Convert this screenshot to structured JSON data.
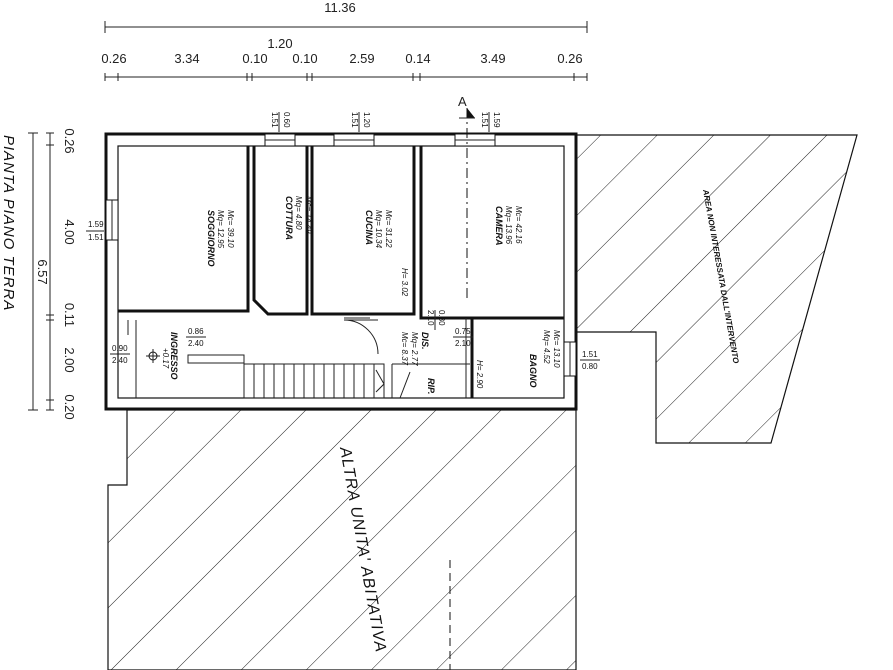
{
  "title": "PIANTA PIANO TERRA",
  "dimensions": {
    "overall_width": "11.36",
    "top_segments": [
      "0.26",
      "3.34",
      "0.10",
      "0.10",
      "2.59",
      "0.14",
      "3.49",
      "0.26"
    ],
    "top_upper": "1.20",
    "overall_height": "6.57",
    "left_segments": [
      "0.26",
      "4.00",
      "0.11",
      "2.00",
      "0.20"
    ]
  },
  "section_marker": "A",
  "rooms": [
    {
      "name": "SOGGIORNO",
      "mq": "Mq= 12.95",
      "mc": "Mc= 39.10"
    },
    {
      "name": "COTTURA",
      "mq": "Mq= 4.80",
      "mc": "Mc= 14.49"
    },
    {
      "name": "CUCINA",
      "mq": "Mq= 10.34",
      "mc": "Mc= 31.22"
    },
    {
      "name": "CAMERA",
      "mq": "Mq= 13.96",
      "mc": "Mc= 42.16"
    },
    {
      "name": "DIS.",
      "mq": "Mq= 2.77",
      "mc": "Mc= 8.37"
    },
    {
      "name": "BAGNO",
      "mq": "Mq= 4.52",
      "mc": "Mc= 13.10"
    },
    {
      "name": "RIP.",
      "mq": "",
      "mc": ""
    }
  ],
  "heights": {
    "main": "H= 3.02",
    "bath": "H= 2.90"
  },
  "entrance": {
    "label": "INGRESSO",
    "level": "+0.17"
  },
  "openings": {
    "w_soggiorno": {
      "top": "1.59",
      "bottom": "1.51"
    },
    "w_cottura": {
      "top": "0.60",
      "bottom": "1.51"
    },
    "w_cucina": {
      "top": "1.20",
      "bottom": "1.51"
    },
    "w_camera": {
      "top": "1.59",
      "bottom": "1.51"
    },
    "d_ingresso": {
      "top": "0.90",
      "bottom": "2.40"
    },
    "d_corridor": {
      "top": "0.86",
      "bottom": "2.40"
    },
    "d_dis": {
      "top": "0.80",
      "bottom": "2.10"
    },
    "d_bagno": {
      "top": "0.75",
      "bottom": "2.10"
    },
    "w_bagno": {
      "top": "1.51",
      "bottom": "0.80"
    }
  },
  "area_excluded": "AREA NON INTERESSATA DALL'INTERVENTO",
  "other_unit": "ALTRA UNITA' ABITATIVA"
}
